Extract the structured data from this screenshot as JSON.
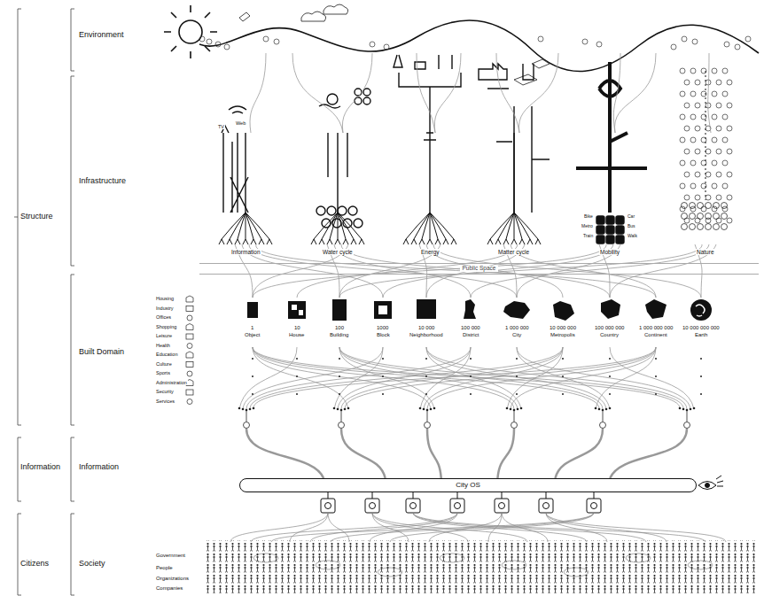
{
  "diagram": {
    "nodes": [
      {
        "text": [
          "Public Space"
        ]
      },
      {
        "text": [
          "City OS"
        ]
      }
    ],
    "labels": [
      "Structure",
      "Environment",
      "Infrastructure",
      "Built Domain",
      "Information",
      "Information",
      "Citizens",
      "Society",
      "TV",
      "Web",
      "Information",
      "Water cycle",
      "Energy",
      "Matter cycle",
      "Mobility",
      "Nature",
      "Bike",
      "Car",
      "Metro",
      "Bus",
      "Train",
      "Walk",
      "1",
      "Object",
      "10",
      "House",
      "100",
      "Building",
      "1000",
      "Block",
      "10 000",
      "Neighborhood",
      "100 000",
      "District",
      "1 000 000",
      "City",
      "10 000 000",
      "Metropolis",
      "100 000 000",
      "Country",
      "1 000 000 000",
      "Continent",
      "10 000 000 000",
      "Earth",
      "Government",
      "People",
      "Organizations",
      "Companies"
    ],
    "legend": [
      {
        "text": "Housing"
      },
      {
        "text": "Industry"
      },
      {
        "text": "Offices"
      },
      {
        "text": "Shopping"
      },
      {
        "text": "Leisure"
      },
      {
        "text": "Health"
      },
      {
        "text": "Education"
      },
      {
        "text": "Culture"
      },
      {
        "text": "Sports"
      },
      {
        "text": "Administration"
      },
      {
        "text": "Security"
      },
      {
        "text": "Services"
      }
    ]
  }
}
